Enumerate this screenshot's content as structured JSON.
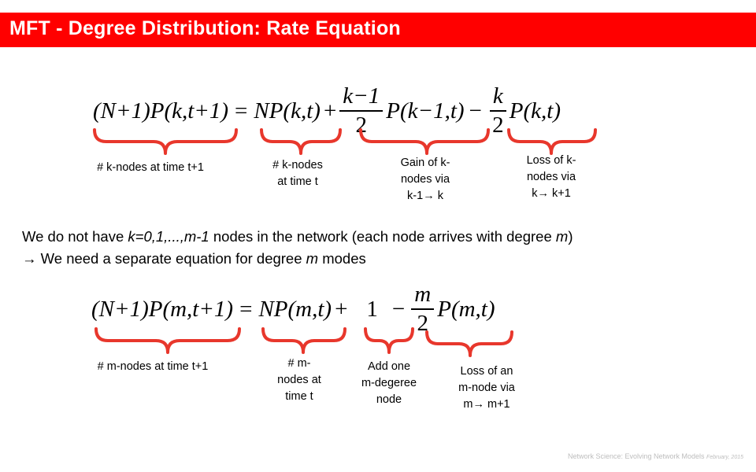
{
  "slide": {
    "title": "MFT - Degree Distribution: Rate Equation",
    "accent_color": "#ff0000",
    "bracket_color": "#e8372c"
  },
  "equation1": {
    "lhs": "(N+1)P(k,t+1)",
    "eq": "=",
    "term1": "NP(k,t)",
    "plus": "+",
    "frac1_num": "k−1",
    "frac1_den": "2",
    "term2": "P(k−1,t)",
    "minus": "−",
    "frac2_num": "k",
    "frac2_den": "2",
    "term3": "P(k,t)"
  },
  "labels1": {
    "a": "# k-nodes at time t+1",
    "b1": "# k-nodes",
    "b2": "at time t",
    "c1": "Gain of  k-",
    "c2": "nodes via",
    "c3_pre": "k-1",
    "c3_arrow": "→",
    "c3_post": " k",
    "d1": "Loss  of  k-",
    "d2": "nodes via",
    "d3_pre": "k",
    "d3_arrow": "→",
    "d3_post": " k+1"
  },
  "body": {
    "line1_a": "We do not have ",
    "line1_b": "k=0,1,...,m-1",
    "line1_c": " nodes in the network (each node arrives with degree ",
    "line1_d": "m",
    "line1_e": ")",
    "line2_arrow": "→",
    "line2_a": "  We need a separate equation for degree ",
    "line2_b": "m",
    "line2_c": " modes"
  },
  "equation2": {
    "lhs": "(N+1)P(m,t+1)",
    "eq": "=",
    "term1": "NP(m,t)",
    "plus": "+",
    "one": "1",
    "minus": "−",
    "frac_num": "m",
    "frac_den": "2",
    "term2": "P(m,t)"
  },
  "labels2": {
    "a": "# m-nodes at time t+1",
    "b1": "# m-",
    "b2": "nodes at",
    "b3": "time t",
    "c1": "Add one",
    "c2": "m-degeree",
    "c3": "node",
    "d1": "Loss  of an",
    "d2": "m-node via",
    "d3_pre": "m",
    "d3_arrow": "→",
    "d3_post": " m+1"
  },
  "footer": {
    "text": "Network Science: Evolving Network Models",
    "date": "February, 2015"
  }
}
